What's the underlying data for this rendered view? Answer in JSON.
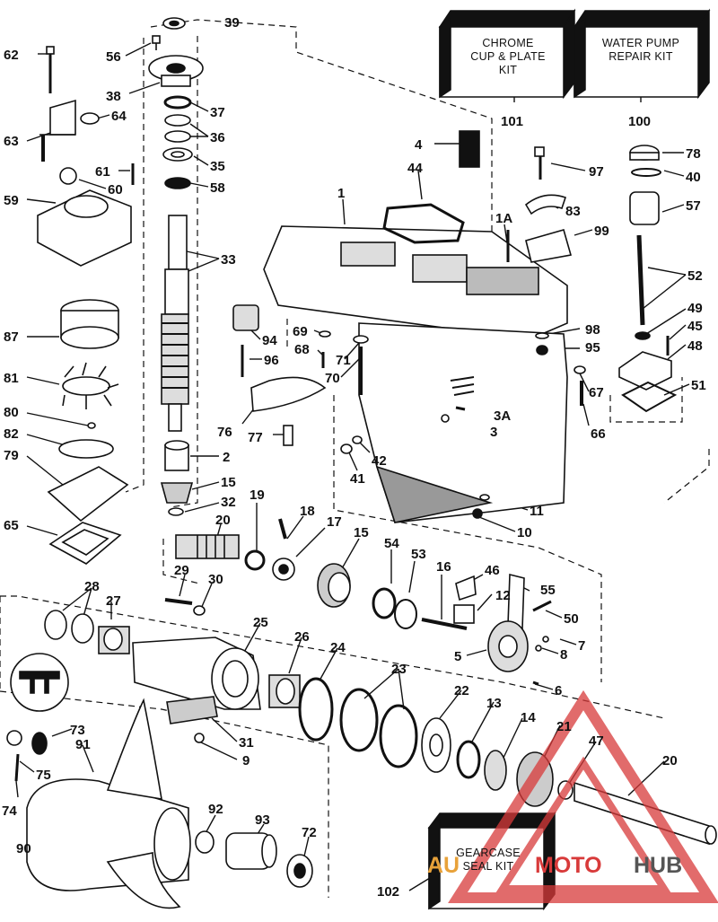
{
  "kits": {
    "chrome": {
      "line1": "CHROME",
      "line2": "CUP & PLATE",
      "line3": "KIT",
      "number": "101"
    },
    "water_pump": {
      "line1": "WATER PUMP",
      "line2": "REPAIR KIT",
      "number": "100"
    },
    "gearcase": {
      "line1": "GEARCASE",
      "line2": "SEAL KIT",
      "number": "102"
    }
  },
  "watermark": {
    "part1": "AU",
    "part2": "MOTO",
    "part3": "HUB"
  },
  "colors": {
    "ink": "#111111",
    "watermark_red": "#d83a3a",
    "watermark_grey": "#555555"
  },
  "callouts": {
    "n39": "39",
    "n56": "56",
    "n62": "62",
    "n38": "38",
    "n37": "37",
    "n64": "64",
    "n63": "63",
    "n36": "36",
    "n35": "35",
    "n61": "61",
    "n60": "60",
    "n58": "58",
    "n59": "59",
    "n33": "33",
    "n87": "87",
    "n81": "81",
    "n80": "80",
    "n82": "82",
    "n79": "79",
    "n65": "65",
    "n2": "2",
    "n15a": "15",
    "n32": "32",
    "n20a": "20",
    "n19": "19",
    "n18": "18",
    "n17": "17",
    "n15b": "15",
    "n54": "54",
    "n53": "53",
    "n16": "16",
    "n46": "46",
    "n55": "55",
    "n12": "12",
    "n50": "50",
    "n7": "7",
    "n8": "8",
    "n5": "5",
    "n6": "6",
    "n29": "29",
    "n30": "30",
    "n28": "28",
    "n27": "27",
    "n25": "25",
    "n26": "26",
    "n24": "24",
    "n23": "23",
    "n22": "22",
    "n13": "13",
    "n14": "14",
    "n21": "21",
    "n47": "47",
    "n20b": "20",
    "n31": "31",
    "n9": "9",
    "n73": "73",
    "n91": "91",
    "n75": "75",
    "n74": "74",
    "n90": "90",
    "n92": "92",
    "n93": "93",
    "n72": "72",
    "n102": "102",
    "n4": "4",
    "n44": "44",
    "n1": "1",
    "n1A": "1A",
    "n97": "97",
    "n78": "78",
    "n40": "40",
    "n83": "83",
    "n57": "57",
    "n99": "99",
    "n52": "52",
    "n94": "94",
    "n69": "69",
    "n68": "68",
    "n71": "71",
    "n96": "96",
    "n70": "70",
    "n98": "98",
    "n95": "95",
    "n49": "49",
    "n45": "45",
    "n48": "48",
    "n67": "67",
    "n51": "51",
    "n76": "76",
    "n77": "77",
    "n3A": "3A",
    "n3": "3",
    "n66": "66",
    "n42": "42",
    "n41": "41",
    "n11": "11",
    "n10": "10",
    "n101": "101",
    "n100": "100"
  }
}
